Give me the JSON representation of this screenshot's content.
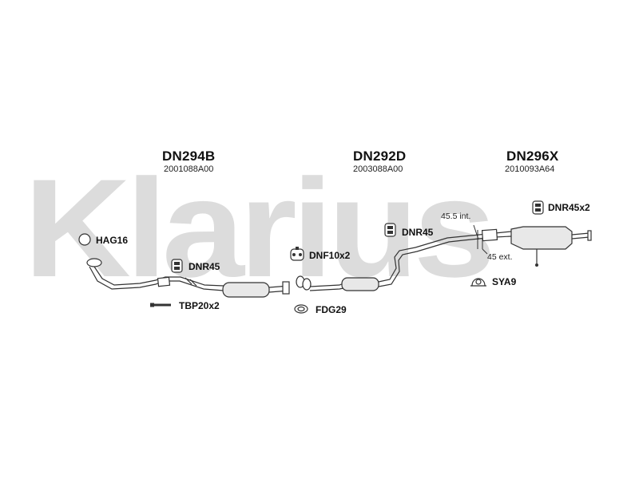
{
  "watermark": {
    "brand": "Klarius"
  },
  "sections": [
    {
      "title": "DN294B",
      "code": "2001088A00"
    },
    {
      "title": "DN292D",
      "code": "2003088A00"
    },
    {
      "title": "DN296X",
      "code": "2010093A64"
    }
  ],
  "parts": {
    "hag16": "HAG16",
    "dnr45_front": "DNR45",
    "tbp20x2": "TBP20x2",
    "dnf10x2": "DNF10x2",
    "fdg29": "FDG29",
    "dnr45_mid": "DNR45",
    "dnr45x2": "DNR45x2",
    "sya9": "SYA9"
  },
  "dimensions": {
    "internal": "45.5 int.",
    "external": "45 ext."
  },
  "colors": {
    "watermark": "#dcdcdc",
    "lines": "#333333",
    "pipe_fill": "#e8e8e8"
  }
}
